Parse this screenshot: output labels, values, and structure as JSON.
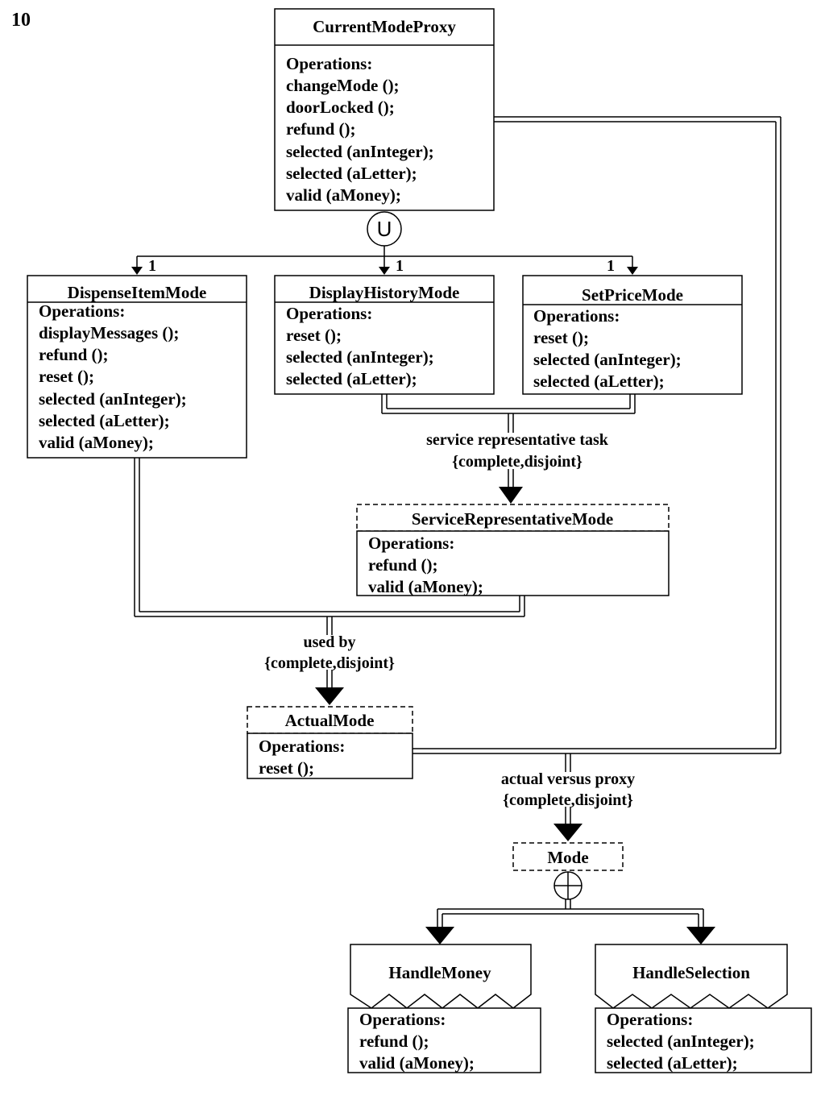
{
  "page_number": "10",
  "classes": {
    "current_mode_proxy": {
      "title": "CurrentModeProxy",
      "ops_header": "Operations:",
      "ops": [
        "changeMode ();",
        "doorLocked ();",
        "refund ();",
        "selected (anInteger);",
        "selected (aLetter);",
        "valid (aMoney);"
      ]
    },
    "dispense_item_mode": {
      "title": "DispenseItemMode",
      "ops_header": "Operations:",
      "ops": [
        "displayMessages ();",
        "refund ();",
        "reset ();",
        "selected (anInteger);",
        "selected (aLetter);",
        "valid (aMoney);"
      ]
    },
    "display_history_mode": {
      "title": "DisplayHistoryMode",
      "ops_header": "Operations:",
      "ops": [
        "reset ();",
        "selected (anInteger);",
        "selected (aLetter);"
      ]
    },
    "set_price_mode": {
      "title": "SetPriceMode",
      "ops_header": "Operations:",
      "ops": [
        "reset ();",
        "selected (anInteger);",
        "selected (aLetter);"
      ]
    },
    "service_representative_mode": {
      "title": "ServiceRepresentativeMode",
      "ops_header": "Operations:",
      "ops": [
        "refund ();",
        "valid (aMoney);"
      ]
    },
    "actual_mode": {
      "title": "ActualMode",
      "ops_header": "Operations:",
      "ops": [
        "reset ();"
      ]
    },
    "mode": {
      "title": "Mode"
    },
    "handle_money": {
      "title": "HandleMoney",
      "ops_header": "Operations:",
      "ops": [
        "refund ();",
        "valid (aMoney);"
      ]
    },
    "handle_selection": {
      "title": "HandleSelection",
      "ops_header": "Operations:",
      "ops": [
        "selected (anInteger);",
        "selected (aLetter);"
      ]
    }
  },
  "multiplicities": {
    "dispense": "1",
    "display_history": "1",
    "set_price": "1"
  },
  "generalizations": {
    "service_rep": {
      "name": "service representative task",
      "constraint": "{complete,disjoint}"
    },
    "used_by": {
      "name": "used by",
      "constraint": "{complete,disjoint}"
    },
    "actual_vs_proxy": {
      "name": "actual versus proxy",
      "constraint": "{complete,disjoint}"
    }
  },
  "symbols": {
    "union": "U",
    "aggregation": "plus-circle-icon"
  }
}
